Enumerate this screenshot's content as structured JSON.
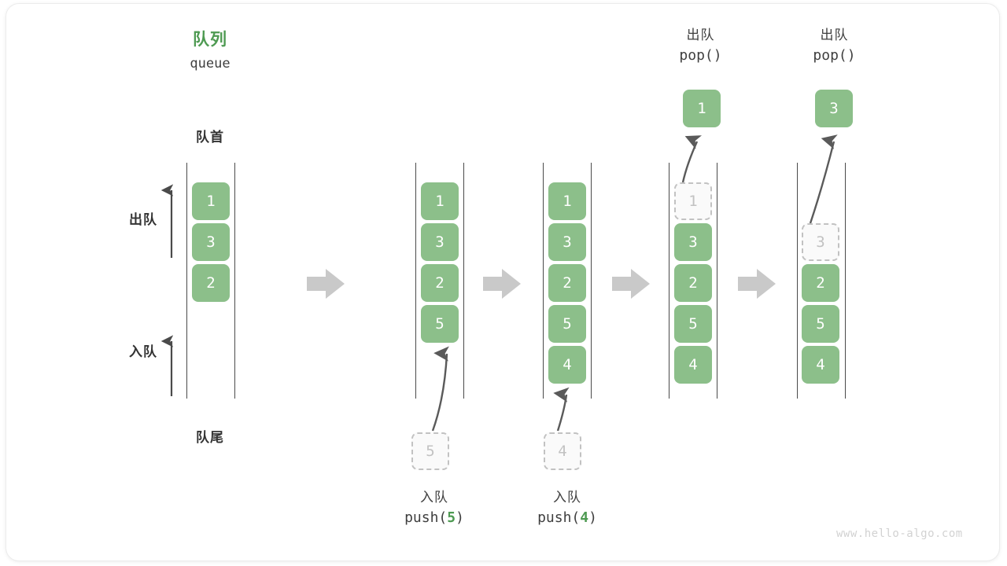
{
  "diagram": {
    "title_cn": "队列",
    "title_en": "queue",
    "front_label": "队首",
    "rear_label": "队尾",
    "dequeue_label": "出队",
    "enqueue_label": "入队",
    "watermark": "www.hello-algo.com",
    "accent_green": "#8cbf8a",
    "title_green": "#4e9a52",
    "ghost_gray": "#c2c2c2",
    "rail_gray": "#4a4a4a",
    "step_arrow_gray": "#c9c9c9"
  },
  "captions": {
    "push5": {
      "cn": "入队",
      "code_prefix": "push(",
      "code_num": "5",
      "code_suffix": ")"
    },
    "push4": {
      "cn": "入队",
      "code_prefix": "push(",
      "code_num": "4",
      "code_suffix": ")"
    },
    "pop1": {
      "cn": "出队",
      "code_prefix": "pop(",
      "code_num": "",
      "code_suffix": ")"
    },
    "pop2": {
      "cn": "出队",
      "code_prefix": "pop(",
      "code_num": "",
      "code_suffix": ")"
    }
  },
  "columns": [
    {
      "id": "initial",
      "items": [
        {
          "value": "1",
          "state": "filled",
          "slot": 0
        },
        {
          "value": "3",
          "state": "filled",
          "slot": 1
        },
        {
          "value": "2",
          "state": "filled",
          "slot": 2
        }
      ]
    },
    {
      "id": "after-push-5",
      "items": [
        {
          "value": "1",
          "state": "filled",
          "slot": 0
        },
        {
          "value": "3",
          "state": "filled",
          "slot": 1
        },
        {
          "value": "2",
          "state": "filled",
          "slot": 2
        },
        {
          "value": "5",
          "state": "filled",
          "slot": 3
        }
      ],
      "incoming": {
        "value": "5"
      }
    },
    {
      "id": "after-push-4",
      "items": [
        {
          "value": "1",
          "state": "filled",
          "slot": 0
        },
        {
          "value": "3",
          "state": "filled",
          "slot": 1
        },
        {
          "value": "2",
          "state": "filled",
          "slot": 2
        },
        {
          "value": "5",
          "state": "filled",
          "slot": 3
        },
        {
          "value": "4",
          "state": "filled",
          "slot": 4
        }
      ],
      "incoming": {
        "value": "4"
      }
    },
    {
      "id": "after-pop-1",
      "items": [
        {
          "value": "1",
          "state": "ghost",
          "slot": 0
        },
        {
          "value": "3",
          "state": "filled",
          "slot": 1
        },
        {
          "value": "2",
          "state": "filled",
          "slot": 2
        },
        {
          "value": "5",
          "state": "filled",
          "slot": 3
        },
        {
          "value": "4",
          "state": "filled",
          "slot": 4
        }
      ],
      "outgoing": {
        "value": "1"
      }
    },
    {
      "id": "after-pop-3",
      "items": [
        {
          "value": "3",
          "state": "ghost",
          "slot": 1
        },
        {
          "value": "2",
          "state": "filled",
          "slot": 2
        },
        {
          "value": "5",
          "state": "filled",
          "slot": 3
        },
        {
          "value": "4",
          "state": "filled",
          "slot": 4
        }
      ],
      "outgoing": {
        "value": "3"
      }
    }
  ],
  "step_arrows": [
    {
      "id": "step-1"
    },
    {
      "id": "step-2"
    },
    {
      "id": "step-3"
    },
    {
      "id": "step-4"
    }
  ]
}
